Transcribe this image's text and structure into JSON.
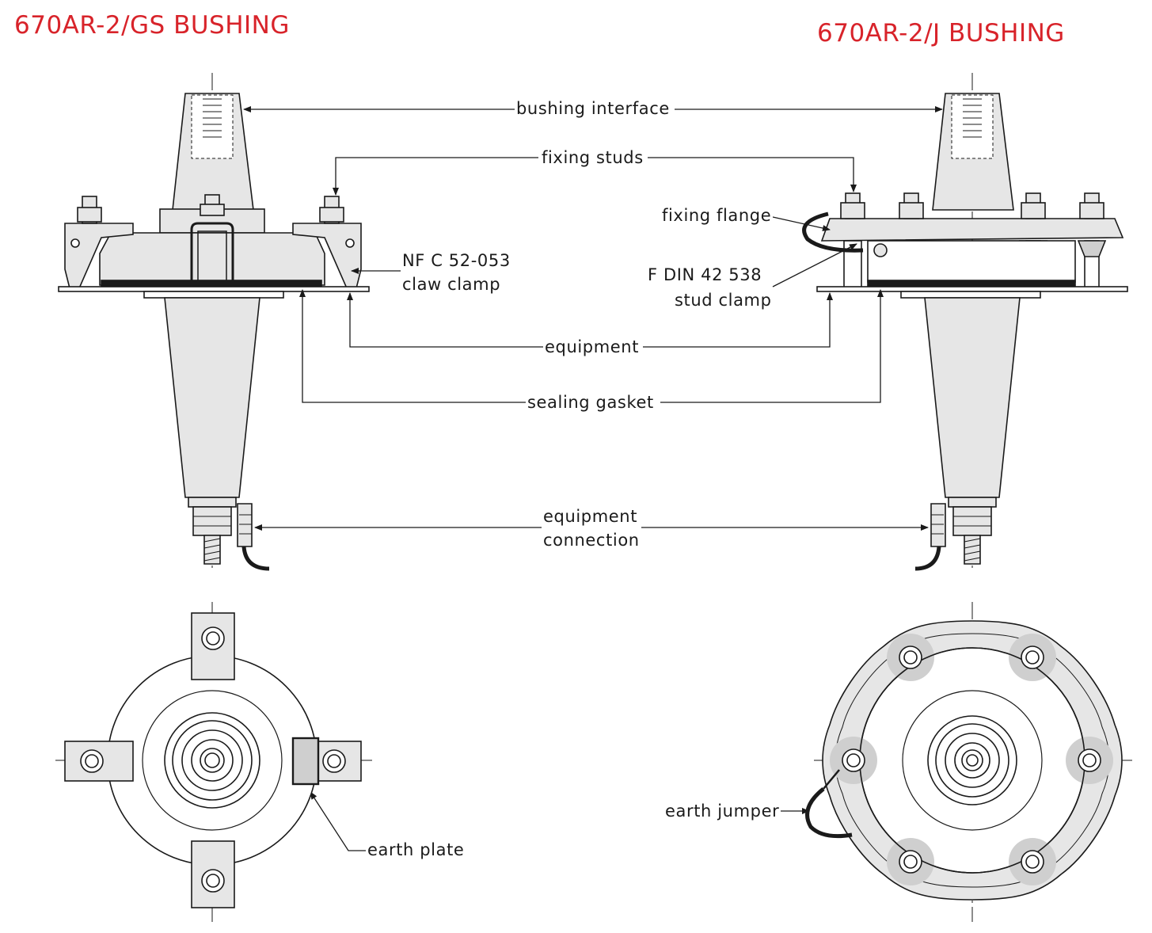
{
  "titles": {
    "left": "670AR-2/GS BUSHING",
    "right": "670AR-2/J BUSHING"
  },
  "labels": {
    "bushing_interface": "bushing interface",
    "fixing_studs": "fixing studs",
    "fixing_flange": "fixing flange",
    "claw_clamp_line1": "NF C 52-053",
    "claw_clamp_line2": "claw clamp",
    "stud_clamp_line1": "F DIN 42 538",
    "stud_clamp_line2": "stud clamp",
    "equipment": "equipment",
    "sealing_gasket": "sealing gasket",
    "equipment_connection_line1": "equipment",
    "equipment_connection_line2": "connection",
    "earth_plate": "earth plate",
    "earth_jumper": "earth jumper"
  },
  "colors": {
    "title": "#d8232a",
    "line": "#1a1a1a",
    "fill_light": "#e6e6e6",
    "fill_mid": "#cfcfcf"
  }
}
